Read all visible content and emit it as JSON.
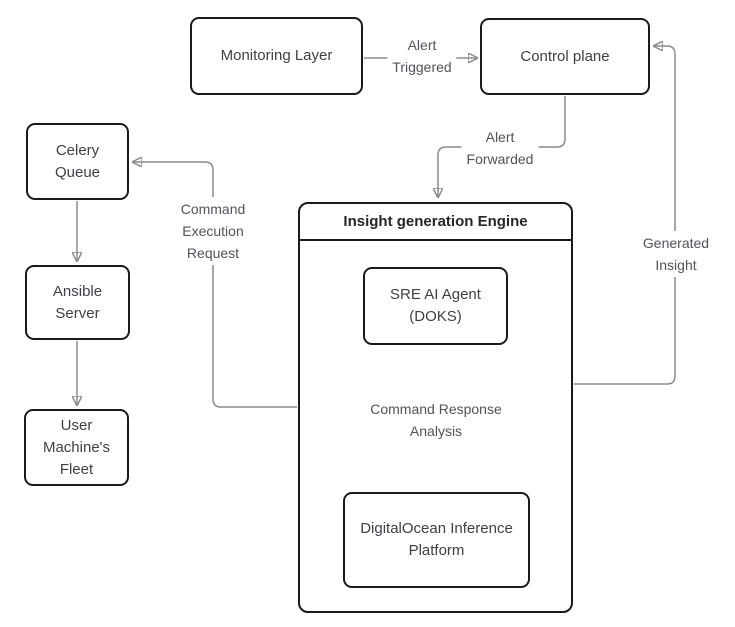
{
  "diagram": {
    "background_color": "#ffffff",
    "colors": {
      "node_border": "#1a1a1e",
      "connector_line": "#8c8c8c",
      "arrowhead": "#404046",
      "node_text": "#3f3f46",
      "edge_label_text": "#52525b",
      "container_title_text": "#26262b"
    },
    "nodes": {
      "monitoring_layer": {
        "label": "Monitoring Layer"
      },
      "control_plane": {
        "label": "Control plane"
      },
      "celery_queue": {
        "label": "Celery\nQueue"
      },
      "ansible_server": {
        "label": "Ansible\nServer"
      },
      "user_machines_fleet": {
        "label": "User\nMachine's\nFleet"
      },
      "sre_ai_agent": {
        "label": "SRE AI Agent\n(DOKS)"
      },
      "do_inference_platform": {
        "label": "DigitalOcean Inference\nPlatform"
      }
    },
    "containers": {
      "insight_engine": {
        "title": "Insight generation Engine"
      }
    },
    "edges": {
      "alert_triggered": {
        "label": "Alert\nTriggered",
        "from": "monitoring_layer",
        "to": "control_plane"
      },
      "alert_forwarded": {
        "label": "Alert\nForwarded",
        "from": "control_plane",
        "to": "insight_engine"
      },
      "generated_insight": {
        "label": "Generated\nInsight",
        "from": "insight_engine",
        "to": "control_plane"
      },
      "command_execution_request": {
        "label": "Command\nExecution\nRequest",
        "from": "insight_engine",
        "to": "celery_queue"
      },
      "celery_to_ansible": {
        "label": "",
        "from": "celery_queue",
        "to": "ansible_server"
      },
      "ansible_to_fleet": {
        "label": "",
        "from": "ansible_server",
        "to": "user_machines_fleet"
      },
      "command_response_analysis": {
        "label": "Command Response\nAnalysis",
        "from": "sre_ai_agent",
        "to": "do_inference_platform"
      }
    }
  }
}
